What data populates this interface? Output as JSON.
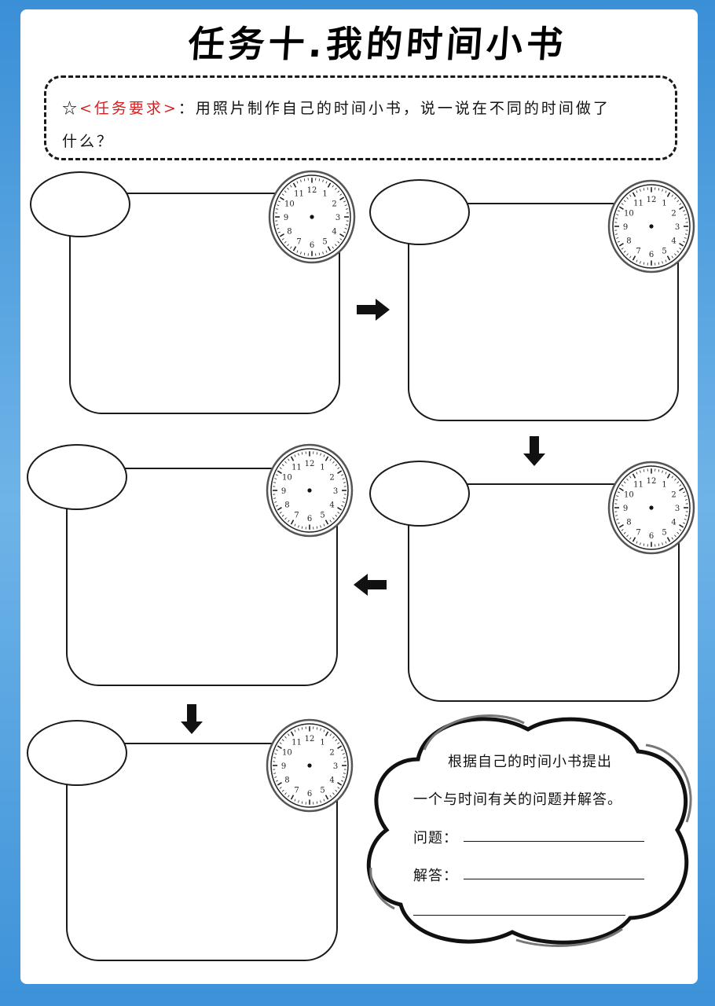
{
  "title": "任务十.我的时间小书",
  "task": {
    "star": "☆",
    "label": "<任务要求>",
    "line1": "：用照片制作自己的时间小书，说一说在不同的时间做了",
    "line2": "什么？"
  },
  "clock_numbers": [
    "12",
    "1",
    "2",
    "3",
    "4",
    "5",
    "6",
    "7",
    "8",
    "9",
    "10",
    "11"
  ],
  "flow": {
    "arrow_directions": [
      "right",
      "down",
      "left",
      "down"
    ]
  },
  "cloud": {
    "line1": "根据自己的时间小书提出",
    "line2": "一个与时间有关的问题并解答。",
    "question_label": "问题：",
    "answer_label": "解答："
  },
  "colors": {
    "border_blue": "#3a8fd6",
    "requirement_red": "#d81e1e",
    "ink": "#1a1a1a"
  }
}
